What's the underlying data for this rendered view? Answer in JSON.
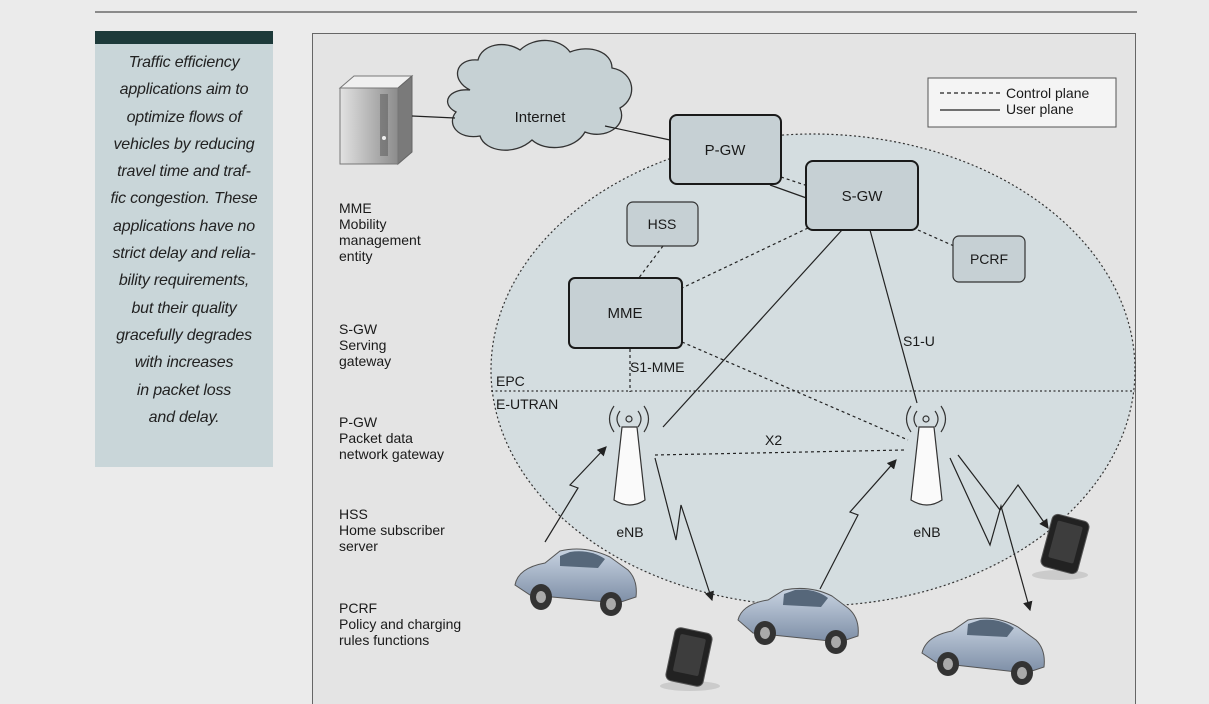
{
  "sidebar": {
    "text": "Traffic efficiency\napplications aim to\noptimize flows of\nvehicles by reducing\ntravel time and traf-\nfic congestion. These\napplications have no\nstrict delay and relia-\nbility requirements,\nbut their quality\ngracefully degrades\nwith increases\nin packet loss\nand delay."
  },
  "figure": {
    "legend": {
      "control": "Control plane",
      "user": "User plane"
    },
    "nodes": {
      "internet": "Internet",
      "pgw": "P-GW",
      "sgw": "S-GW",
      "hss": "HSS",
      "mme": "MME",
      "pcrf": "PCRF"
    },
    "regions": {
      "epc": "EPC",
      "eutran": "E-UTRAN"
    },
    "interfaces": {
      "s1mme": "S1-MME",
      "s1u": "S1-U",
      "x2": "X2"
    },
    "enb_left": "eNB",
    "enb_right": "eNB",
    "abbreviations": [
      {
        "abbr": "MME",
        "lines": [
          "Mobility",
          "management",
          "entity"
        ]
      },
      {
        "abbr": "S-GW",
        "lines": [
          "Serving",
          "gateway"
        ]
      },
      {
        "abbr": "P-GW",
        "lines": [
          "Packet data",
          "network gateway"
        ]
      },
      {
        "abbr": "HSS",
        "lines": [
          "Home subscriber",
          "server"
        ]
      },
      {
        "abbr": "PCRF",
        "lines": [
          "Policy and charging",
          "rules functions"
        ]
      }
    ]
  }
}
